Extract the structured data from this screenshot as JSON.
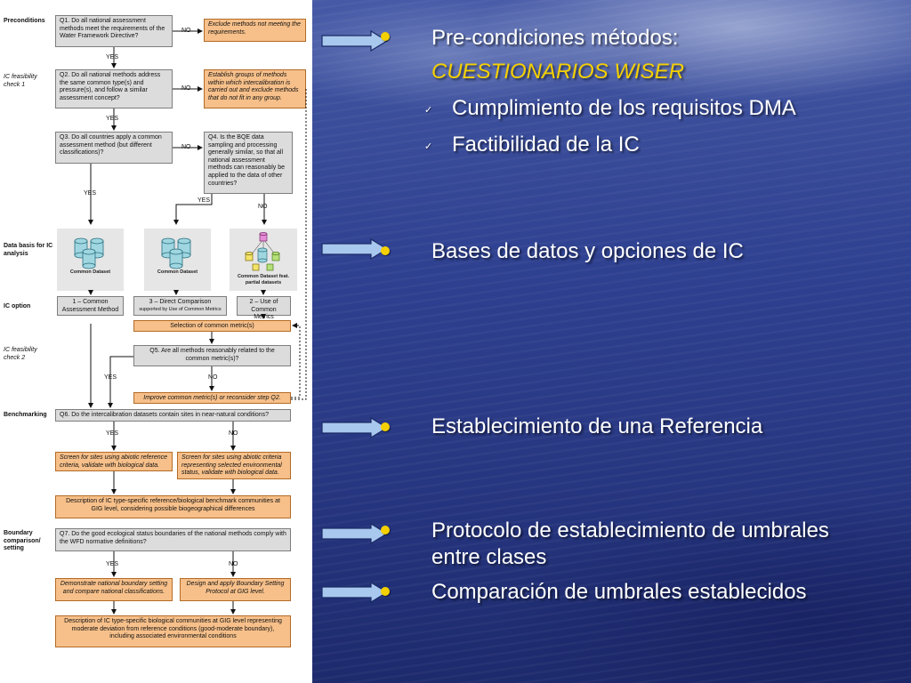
{
  "flowchart": {
    "sections": {
      "preconditions": "Preconditions",
      "ic_check1": "IC feasibility check 1",
      "data_basis": "Data basis for IC analysis",
      "ic_option": "IC option",
      "ic_check2": "IC feasibility check 2",
      "benchmarking": "Benchmarking",
      "boundary": "Boundary comparison/ setting"
    },
    "q1": "Q1. Do all national assessment methods meet the requirements of the Water Framework Directive?",
    "q1_no": "Exclude methods not meeting the requirements.",
    "q2": "Q2. Do all national methods address the same common type(s) and pressure(s), and follow a similar assessment concept?",
    "q2_no": "Establish groups of methods within which intercalibration is carried out and exclude methods that do not fit in any group.",
    "q3": "Q3. Do all countries apply a common assessment method (but different classifications)?",
    "q4": "Q4. Is the BQE data sampling and processing generally similar, so that all national assessment methods can reasonably be applied to the data of other countries?",
    "dataset1": "Common Dataset",
    "dataset2": "Common Dataset",
    "dataset3": "Common Dataset feat. partial datasets",
    "opt1": "1 – Common Assessment Method",
    "opt3_title": "3 – Direct Comparison",
    "opt3_sub": "supported by Use of Common Metrics",
    "opt2": "2 – Use of Common Metrics",
    "selection": "Selection of common metric(s)",
    "q5": "Q5. Are all methods reasonably related to the common metric(s)?",
    "improve": "Improve common metric(s) or reconsider step Q2.",
    "q6": "Q6. Do the intercalibration datasets contain sites in near-natural conditions?",
    "q6_yes": "Screen for sites using abiotic reference criteria, validate with biological data.",
    "q6_no": "Screen for sites using abiotic criteria representing selected environmental status, validate with biological data.",
    "description1": "Description of IC type-specific reference/biological benchmark communities at GIG level, considering possible biogeographical differences",
    "q7": "Q7. Do the good ecological status boundaries of the national methods comply with the WFD normative definitions?",
    "q7_yes": "Demonstrate national boundary setting and compare national classifications.",
    "q7_no": "Design and apply Boundary Setting Protocol at GIG level.",
    "description2": "Description of IC type-specific biological communities at GIG level representing moderate deviation from reference conditions (good-moderate boundary), including associated environmental conditions",
    "yes": "YES",
    "no": "NO"
  },
  "bullets": [
    {
      "text": "Pre-condiciones métodos:"
    },
    {
      "text": "Bases de datos y opciones de IC"
    },
    {
      "text": "Establecimiento de una Referencia"
    },
    {
      "text": "Protocolo de establecimiento de umbrales entre clases"
    },
    {
      "text": "Comparación de umbrales establecidos"
    }
  ],
  "subtitle": "CUESTIONARIOS WISER",
  "checks": [
    "Cumplimiento de los requisitos DMA",
    "Factibilidad de la IC"
  ],
  "colors": {
    "bullet": "#f5d000",
    "arrow_fill": "#a9c8ee",
    "box_orange": "#f7c08a",
    "box_gray": "#dcdcdc"
  }
}
